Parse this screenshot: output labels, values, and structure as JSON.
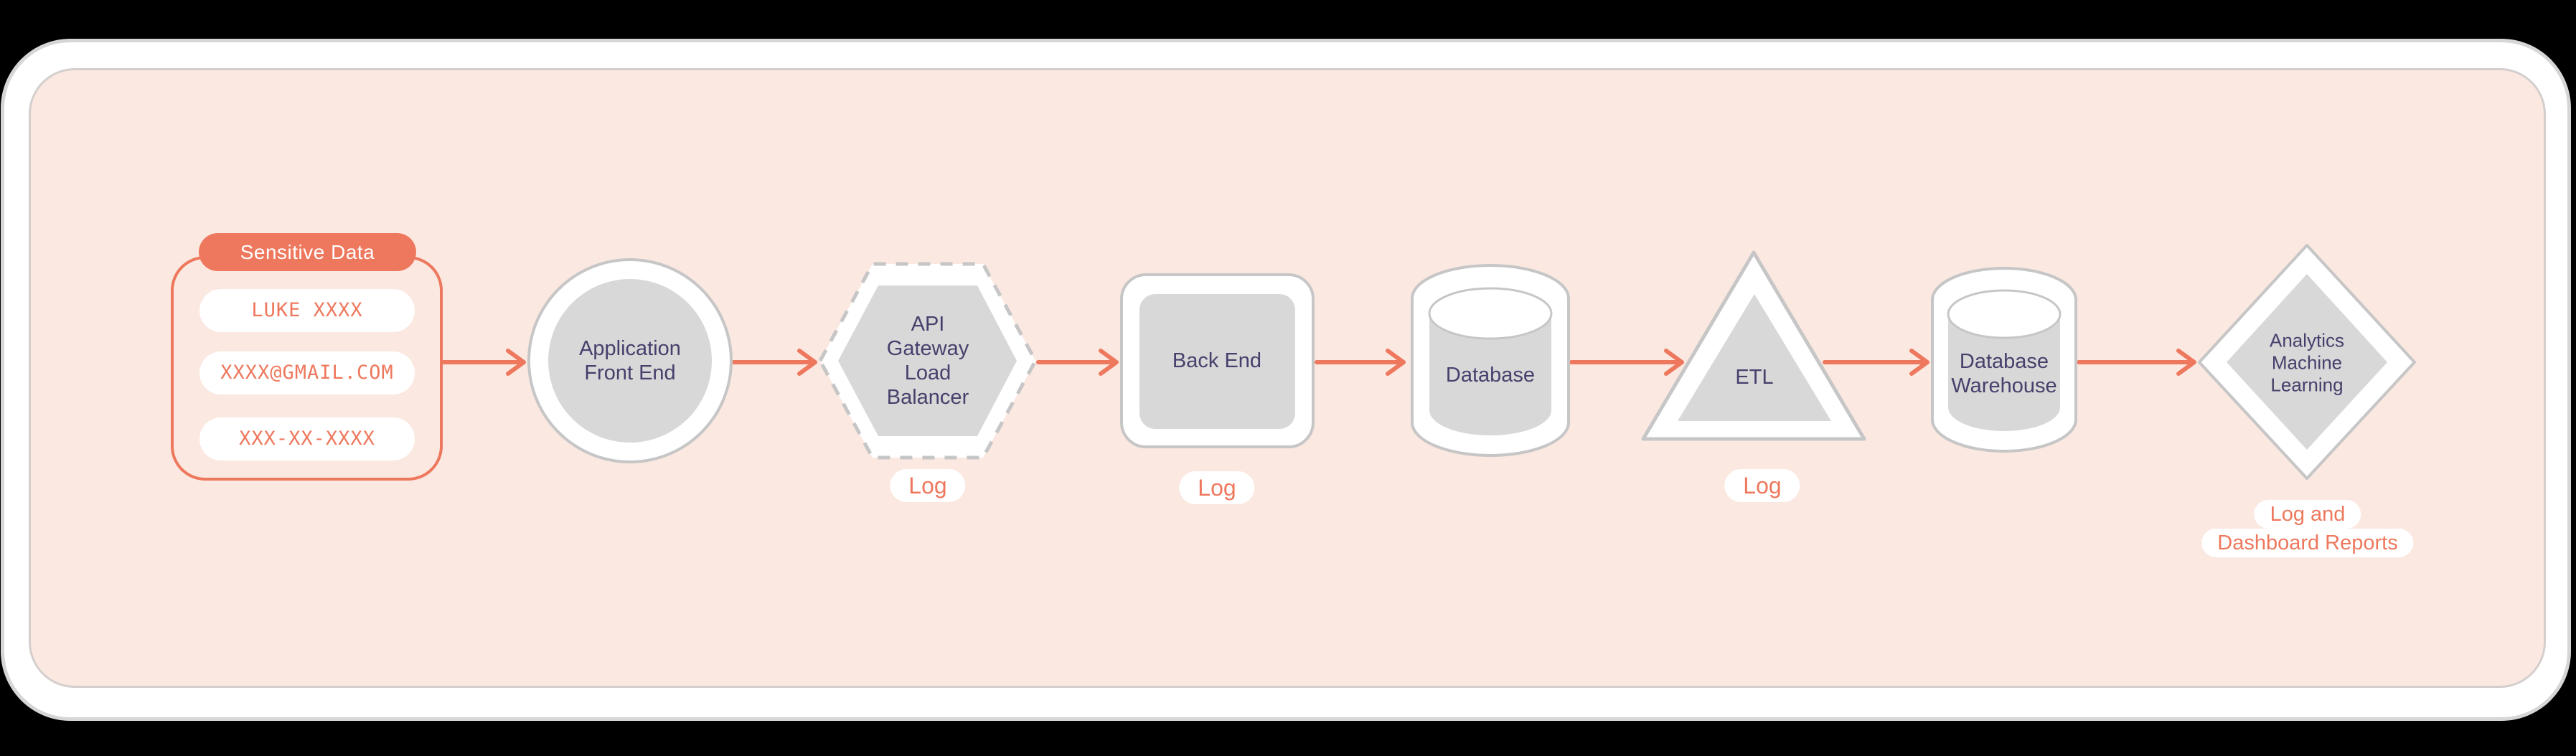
{
  "colors": {
    "canvas_bg": "#000000",
    "card_bg": "#ffffff",
    "panel_bg": "#fbe8e1",
    "accent_salmon": "#ee785d",
    "node_fill_gray": "#d8d8d8",
    "node_border_gray": "#c6c6c6",
    "label_navy": "#46406c",
    "badge_bg": "#ffffff"
  },
  "sensitive_data": {
    "title": "Sensitive Data",
    "items": [
      "LUKE XXXX",
      "XXXX@GMAIL.COM",
      "XXX-XX-XXXX"
    ]
  },
  "nodes": {
    "application_front_end": {
      "label": "Application\nFront End"
    },
    "api_gateway": {
      "label": "API\nGateway\nLoad\nBalancer",
      "badge": "Log"
    },
    "back_end": {
      "label": "Back End",
      "badge": "Log"
    },
    "database": {
      "label": "Database"
    },
    "etl": {
      "label": "ETL",
      "badge": "Log"
    },
    "database_warehouse": {
      "label": "Database\nWarehouse"
    },
    "analytics_ml": {
      "label": "Analytics\nMachine\nLearning",
      "badge": "Log and\nDashboard Reports"
    }
  }
}
